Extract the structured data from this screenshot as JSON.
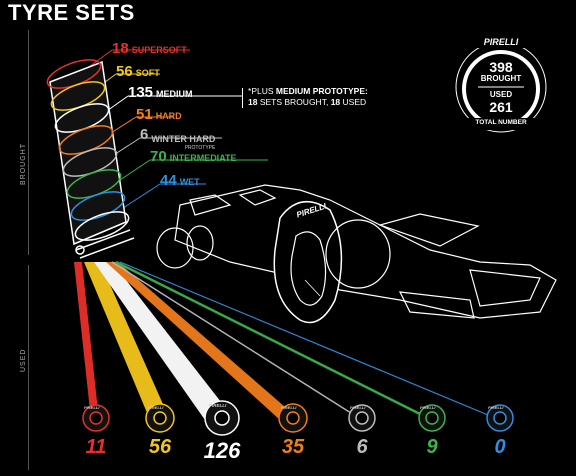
{
  "title": "TYRE SETS",
  "side_labels": {
    "brought": "BROUGHT",
    "used": "USED"
  },
  "sets": [
    {
      "count": "18",
      "name": "SUPERSOFT",
      "color": "#e8302a"
    },
    {
      "count": "56",
      "name": "SOFT",
      "color": "#f3c61c"
    },
    {
      "count": "135",
      "name": "MEDIUM",
      "color": "#ffffff"
    },
    {
      "count": "51",
      "name": "HARD",
      "color": "#f07c1c"
    },
    {
      "count": "6",
      "name": "WINTER HARD",
      "sub": "PROTOTYPE",
      "color": "#bdbdbd"
    },
    {
      "count": "70",
      "name": "INTERMEDIATE",
      "color": "#3bb44a"
    },
    {
      "count": "44",
      "name": "WET",
      "color": "#2e8fe0"
    }
  ],
  "note": {
    "asterisk": "*",
    "line1_pre": "PLUS ",
    "line1_bold": "MEDIUM PROTOTYPE:",
    "line2_num1": "18",
    "line2_mid": " SETS BROUGHT, ",
    "line2_num2": "18",
    "line2_end": " USED"
  },
  "badge": {
    "brand": "PIRELLI",
    "brought_value": "398",
    "brought_label": "BROUGHT",
    "used_label": "USED",
    "used_value": "261",
    "caption": "TOTAL NUMBER"
  },
  "car_brand": "PIRELLI",
  "tyre_brand": "PIRELLI",
  "used": [
    {
      "count": "11",
      "color": "#e8302a"
    },
    {
      "count": "56",
      "color": "#f3c61c"
    },
    {
      "count": "126",
      "color": "#ffffff"
    },
    {
      "count": "35",
      "color": "#f07c1c"
    },
    {
      "count": "6",
      "color": "#bdbdbd"
    },
    {
      "count": "9",
      "color": "#3bb44a"
    },
    {
      "count": "0",
      "color": "#2e8fe0"
    }
  ]
}
